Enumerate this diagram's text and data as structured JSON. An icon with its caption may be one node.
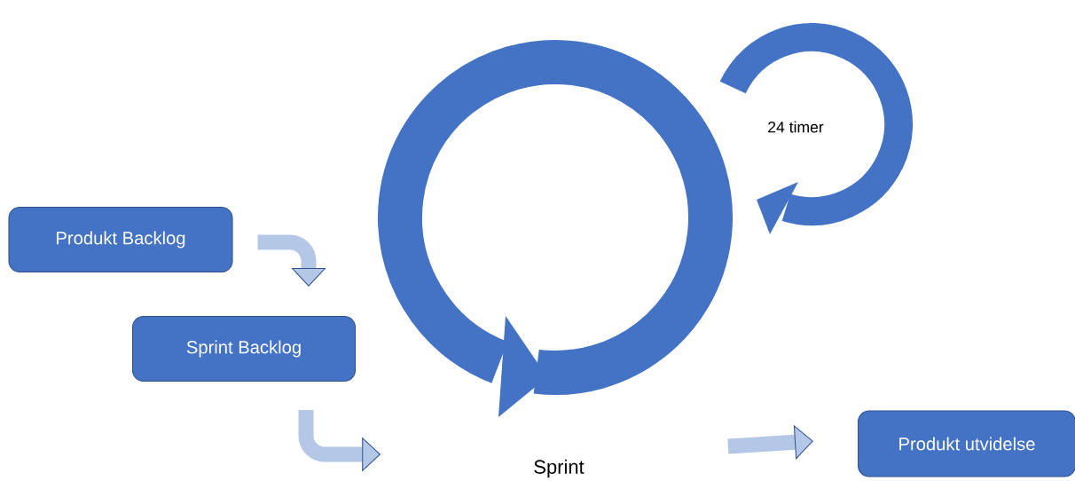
{
  "diagram": {
    "nodes": [
      {
        "text": [
          "Produkt Backlog"
        ]
      },
      {
        "text": [
          "Sprint Backlog"
        ]
      },
      {
        "text": [
          "Sprint"
        ]
      },
      {
        "text": [
          "Produkt utvidelse"
        ]
      }
    ],
    "edges": [
      {
        "from": 0,
        "to": 1,
        "arrow": "to"
      },
      {
        "from": 1,
        "to": 2,
        "arrow": "to"
      },
      {
        "from": 2,
        "to": 3,
        "arrow": "to"
      }
    ],
    "labels": [
      "24 timer"
    ]
  }
}
